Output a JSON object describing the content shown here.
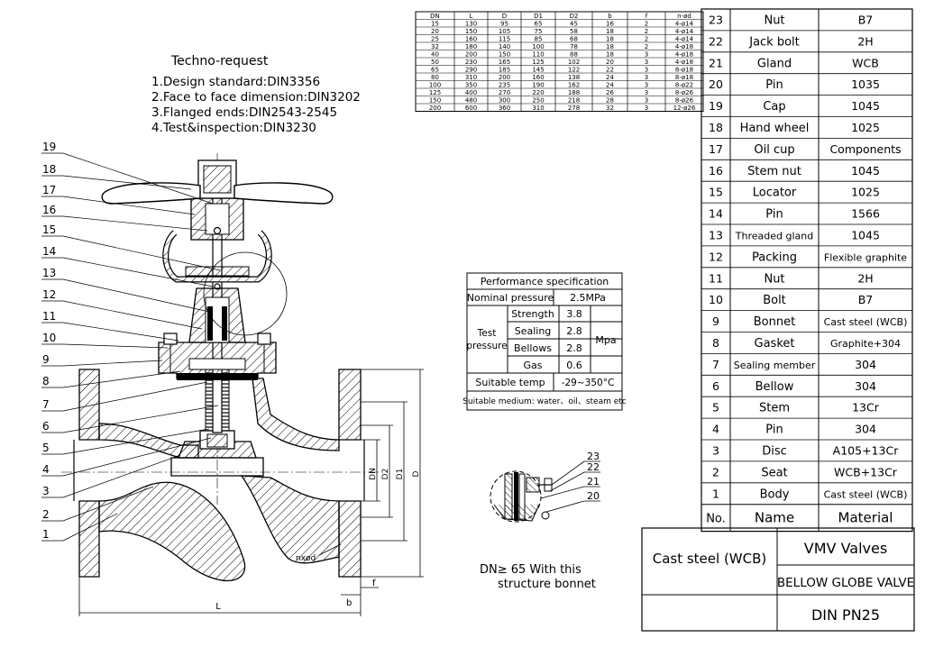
{
  "notes": {
    "title": "Techno-request",
    "lines": [
      "1.Design standard:DIN3356",
      "2.Face to face dimension:DIN3202",
      "3.Flanged ends:DIN2543-2545",
      "4.Test&inspection:DIN3230"
    ]
  },
  "dim_table": {
    "headers": [
      "DN",
      "L",
      "D",
      "D1",
      "D2",
      "b",
      "f",
      "n-ød"
    ],
    "rows": [
      [
        "15",
        "130",
        "95",
        "65",
        "45",
        "16",
        "2",
        "4-ø14"
      ],
      [
        "20",
        "150",
        "105",
        "75",
        "58",
        "18",
        "2",
        "4-ø14"
      ],
      [
        "25",
        "160",
        "115",
        "85",
        "68",
        "18",
        "2",
        "4-ø14"
      ],
      [
        "32",
        "180",
        "140",
        "100",
        "78",
        "18",
        "2",
        "4-ø18"
      ],
      [
        "40",
        "200",
        "150",
        "110",
        "88",
        "18",
        "3",
        "4-ø18"
      ],
      [
        "50",
        "230",
        "165",
        "125",
        "102",
        "20",
        "3",
        "4-ø18"
      ],
      [
        "65",
        "290",
        "185",
        "145",
        "122",
        "22",
        "3",
        "8-ø18"
      ],
      [
        "80",
        "310",
        "200",
        "160",
        "138",
        "24",
        "3",
        "8-ø18"
      ],
      [
        "100",
        "350",
        "235",
        "190",
        "162",
        "24",
        "3",
        "8-ø22"
      ],
      [
        "125",
        "400",
        "270",
        "220",
        "188",
        "26",
        "3",
        "8-ø26"
      ],
      [
        "150",
        "480",
        "300",
        "250",
        "218",
        "28",
        "3",
        "8-ø26"
      ],
      [
        "200",
        "600",
        "360",
        "310",
        "278",
        "32",
        "3",
        "12-ø26"
      ]
    ]
  },
  "performance": {
    "title": "Performance specification",
    "nominal_label": "Nominal pressure",
    "nominal_value": "2.5MPa",
    "test_label_1": "Test",
    "test_label_2": "pressure",
    "unit": "Mpa",
    "tests": [
      {
        "name": "Strength",
        "value": "3.8"
      },
      {
        "name": "Sealing",
        "value": "2.8"
      },
      {
        "name": "Bellows",
        "value": "2.8"
      },
      {
        "name": "Gas",
        "value": "0.6"
      }
    ],
    "temp_label": "Suitable temp",
    "temp_value": "-29~350°C",
    "medium": "Suitable medium: water、oil、steam etc"
  },
  "parts": [
    {
      "no": "23",
      "name": "Nut",
      "material": "B7"
    },
    {
      "no": "22",
      "name": "Jack bolt",
      "material": "2H"
    },
    {
      "no": "21",
      "name": "Gland",
      "material": "WCB"
    },
    {
      "no": "20",
      "name": "Pin",
      "material": "1035"
    },
    {
      "no": "19",
      "name": "Cap",
      "material": "1045"
    },
    {
      "no": "18",
      "name": "Hand wheel",
      "material": "1025"
    },
    {
      "no": "17",
      "name": "Oil cup",
      "material": "Components"
    },
    {
      "no": "16",
      "name": "Stem nut",
      "material": "1045"
    },
    {
      "no": "15",
      "name": "Locator",
      "material": "1025"
    },
    {
      "no": "14",
      "name": "Pin",
      "material": "1566"
    },
    {
      "no": "13",
      "name": "Threaded gland",
      "material": "1045"
    },
    {
      "no": "12",
      "name": "Packing",
      "material": "Flexible graphite"
    },
    {
      "no": "11",
      "name": "Nut",
      "material": "2H"
    },
    {
      "no": "10",
      "name": "Bolt",
      "material": "B7"
    },
    {
      "no": "9",
      "name": "Bonnet",
      "material": "Cast steel (WCB)"
    },
    {
      "no": "8",
      "name": "Gasket",
      "material": "Graphite+304"
    },
    {
      "no": "7",
      "name": "Sealing member",
      "material": "304"
    },
    {
      "no": "6",
      "name": "Bellow",
      "material": "304"
    },
    {
      "no": "5",
      "name": "Stem",
      "material": "13Cr"
    },
    {
      "no": "4",
      "name": "Pin",
      "material": "304"
    },
    {
      "no": "3",
      "name": "Disc",
      "material": "A105+13Cr"
    },
    {
      "no": "2",
      "name": "Seat",
      "material": "WCB+13Cr"
    },
    {
      "no": "1",
      "name": "Body",
      "material": "Cast steel (WCB)"
    }
  ],
  "parts_header": {
    "no": "No.",
    "name": "Name",
    "material": "Material"
  },
  "title_block": {
    "material": "Cast steel (WCB)",
    "company": "VMV Valves",
    "product": "BELLOW GLOBE VALVE",
    "spec": "DIN PN25"
  },
  "detail_note": {
    "line1": "DN≥ 65 With this",
    "line2": "structure bonnet",
    "callouts": [
      "23",
      "22",
      "21",
      "20"
    ]
  },
  "balloons": [
    "19",
    "18",
    "17",
    "16",
    "15",
    "14",
    "13",
    "12",
    "11",
    "10",
    "9",
    "8",
    "7",
    "6",
    "5",
    "4",
    "3",
    "2",
    "1"
  ],
  "dim_labels": {
    "dn": "DN",
    "d2": "D2",
    "d1": "D1",
    "d": "D",
    "l": "L",
    "b": "b",
    "f": "f",
    "nxd": "nxød"
  }
}
